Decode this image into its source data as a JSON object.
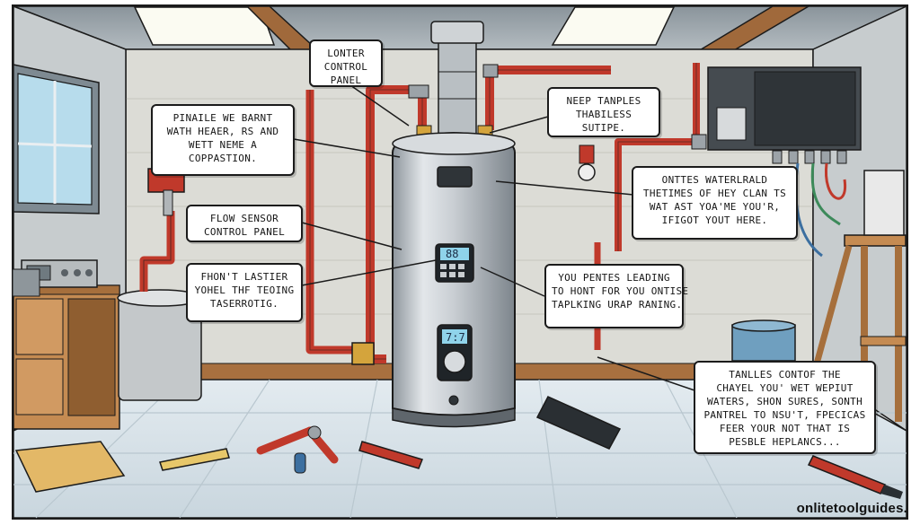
{
  "callouts": {
    "top_center": {
      "lines": [
        "LONTER",
        "CONTROL",
        "PANEL"
      ]
    },
    "top_left": {
      "lines": [
        "PINAILE WE BARNT",
        "WATH HEAER, RS AND",
        "WETT NEME A",
        "COPPASTION."
      ]
    },
    "top_right": {
      "lines": [
        "NEEP TANPLES",
        "THABILESS",
        "SUTIPE."
      ]
    },
    "mid_right": {
      "lines": [
        "ONTTES WATERLRALD",
        "THETIMES OF HEY CLAN TS",
        "WAT AST YOA'ME YOU'R,",
        "IFIGOT YOUT HERE."
      ]
    },
    "flow_sensor": {
      "lines": [
        "FLOW SENSOR",
        "CONTROL PANEL"
      ]
    },
    "low_left": {
      "lines": [
        "FHON'T LASTIER",
        "YOHEL THF TEOING",
        "TASERROTIG."
      ]
    },
    "low_right": {
      "lines": [
        "YOU PENTES LEADING",
        "TO HONT FOR YOU ONTISE",
        "TAPLKING URAP RANING."
      ]
    },
    "bottom_right": {
      "lines": [
        "TANLLES CONTOF THE",
        "CHAYEL YOU' WET WEPIUT",
        "WATERS, SHON SURES, SONTH",
        "PANTREL TO NSU'T, FPECICAS",
        "FEER YOUR NOT THAT IS",
        "PESBLE HEPLANCS..."
      ]
    }
  },
  "heater": {
    "display_top": "88",
    "display_bottom": "7:7"
  },
  "watermark": "onlitetoolguides.",
  "colors": {
    "pipe_red": "#c0392b",
    "tank_silver": "#c9ced3",
    "wall": "#dcdcd6",
    "floor": "#e6edf1",
    "outline": "#1b1b1b"
  }
}
